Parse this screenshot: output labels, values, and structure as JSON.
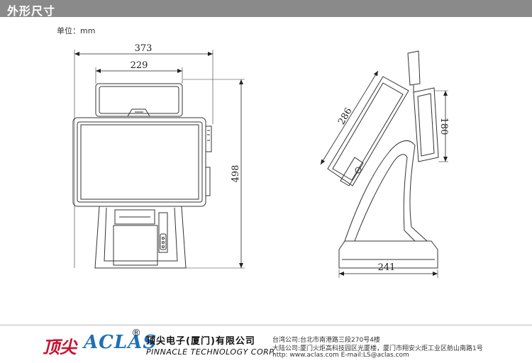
{
  "header": {
    "title": "外形尺寸"
  },
  "unit_label": "单位：mm",
  "dimensions": {
    "front_width": "373",
    "customer_display_width": "229",
    "front_height": "498",
    "screen_diagonal_side": "286",
    "customer_display_side": "180",
    "base_depth": "241"
  },
  "footer": {
    "brand_cn": "顶尖",
    "brand_en": "ACLAS",
    "registered_mark": "®",
    "company_cn": "顶尖电子(厦门)有限公司",
    "company_en": "PINNACLE TECHNOLOGY CORP.",
    "address_taiwan": "台湾公司:台北市南港路三段270号4楼",
    "address_mainland": "大陆公司:厦门火炬高科技园区光厦楼，厦门市翔安火炬工业区舫山南路1号",
    "contact": "http: www.aclas.com    E-mail:LS@aclas.com"
  },
  "colors": {
    "header_bg": "#8a8a8a",
    "brand_red": "#c8102e",
    "brand_blue": "#1f6fb7"
  }
}
